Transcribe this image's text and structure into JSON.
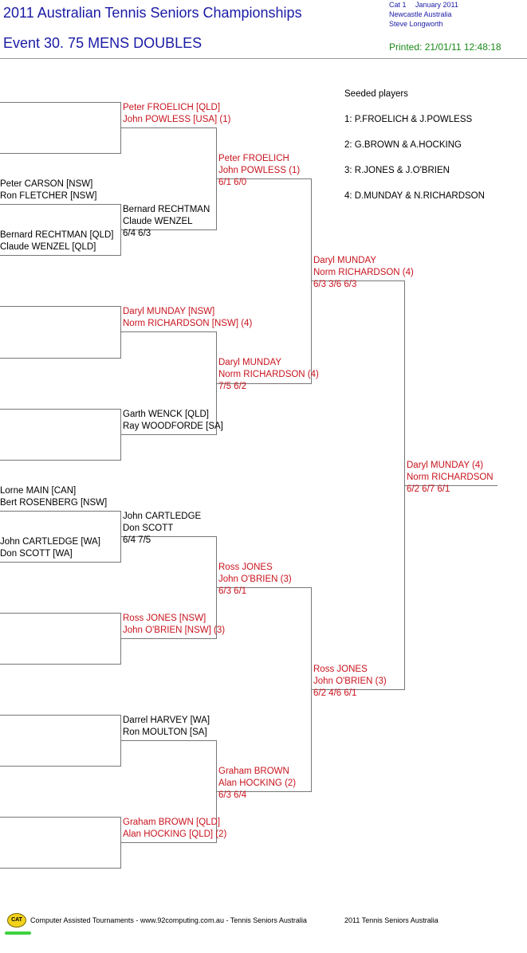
{
  "header": {
    "title": "2011 Australian Tennis Seniors Championships",
    "event": "Event 30. 75 MENS DOUBLES",
    "cat": "Cat 1",
    "month": "January 2011",
    "location": "Newcastle   Australia",
    "referee": "Steve Longworth",
    "printed": "Printed: 21/01/11 12:48:18"
  },
  "seeds": {
    "title": "Seeded players",
    "items": [
      "1: P.FROELICH & J.POWLESS",
      "2: G.BROWN & A.HOCKING",
      "3: R.JONES & J.O'BRIEN",
      "4: D.MUNDAY & N.RICHARDSON"
    ]
  },
  "round1": [
    {
      "p1": "",
      "p2": ""
    },
    {
      "p1": "Peter CARSON [NSW]",
      "p2": "Ron FLETCHER [NSW]"
    },
    {
      "p1": "Bernard RECHTMAN [QLD]",
      "p2": "Claude WENZEL [QLD]"
    },
    {
      "p1": "",
      "p2": ""
    },
    {
      "p1": "",
      "p2": ""
    },
    {
      "p1": "Lorne MAIN [CAN]",
      "p2": "Bert ROSENBERG [NSW]"
    },
    {
      "p1": "John CARTLEDGE [WA]",
      "p2": "Don SCOTT [WA]"
    },
    {
      "p1": "",
      "p2": ""
    },
    {
      "p1": "",
      "p2": ""
    },
    {
      "p1": "",
      "p2": ""
    }
  ],
  "round2": [
    {
      "p1": "Peter FROELICH [QLD]",
      "p2": "John POWLESS [USA] (1)",
      "score": "",
      "seeded": true
    },
    {
      "p1": "Bernard RECHTMAN",
      "p2": "Claude WENZEL",
      "score": "6/4 6/3",
      "seeded": false
    },
    {
      "p1": "Daryl MUNDAY [NSW]",
      "p2": "Norm RICHARDSON [NSW] (4)",
      "score": "",
      "seeded": true
    },
    {
      "p1": "Garth WENCK [QLD]",
      "p2": "Ray WOODFORDE [SA]",
      "score": "",
      "seeded": false
    },
    {
      "p1": "John CARTLEDGE",
      "p2": "Don SCOTT",
      "score": "6/4 7/5",
      "seeded": false
    },
    {
      "p1": "Ross JONES [NSW]",
      "p2": "John O'BRIEN [NSW] (3)",
      "score": "",
      "seeded": true
    },
    {
      "p1": "Darrel HARVEY [WA]",
      "p2": "Ron MOULTON [SA]",
      "score": "",
      "seeded": false
    },
    {
      "p1": "Graham BROWN [QLD]",
      "p2": "Alan HOCKING [QLD] (2)",
      "score": "",
      "seeded": true
    }
  ],
  "round3": [
    {
      "p1": "Peter FROELICH",
      "p2": "John POWLESS (1)",
      "score": "6/1 6/0"
    },
    {
      "p1": "Daryl MUNDAY",
      "p2": "Norm RICHARDSON (4)",
      "score": "7/5 6/2"
    },
    {
      "p1": "Ross JONES",
      "p2": "John O'BRIEN (3)",
      "score": "6/3 6/1"
    },
    {
      "p1": "Graham BROWN",
      "p2": "Alan HOCKING (2)",
      "score": "6/3 6/4"
    }
  ],
  "semis": [
    {
      "p1": "Daryl MUNDAY",
      "p2": "Norm RICHARDSON (4)",
      "score": "6/3 3/6 6/3"
    },
    {
      "p1": "Ross JONES",
      "p2": "John O'BRIEN (3)",
      "score": "6/2 4/6 6/1"
    }
  ],
  "final": {
    "p1": "Daryl MUNDAY (4)",
    "p2": "Norm RICHARDSON",
    "score": "6/2 6/7 6/1"
  },
  "footer": {
    "logo_text": "CAT",
    "credit": "Computer Assisted Tournaments - www.92computing.com.au -  Tennis Seniors Australia",
    "copyright": "2011 Tennis Seniors Australia"
  }
}
